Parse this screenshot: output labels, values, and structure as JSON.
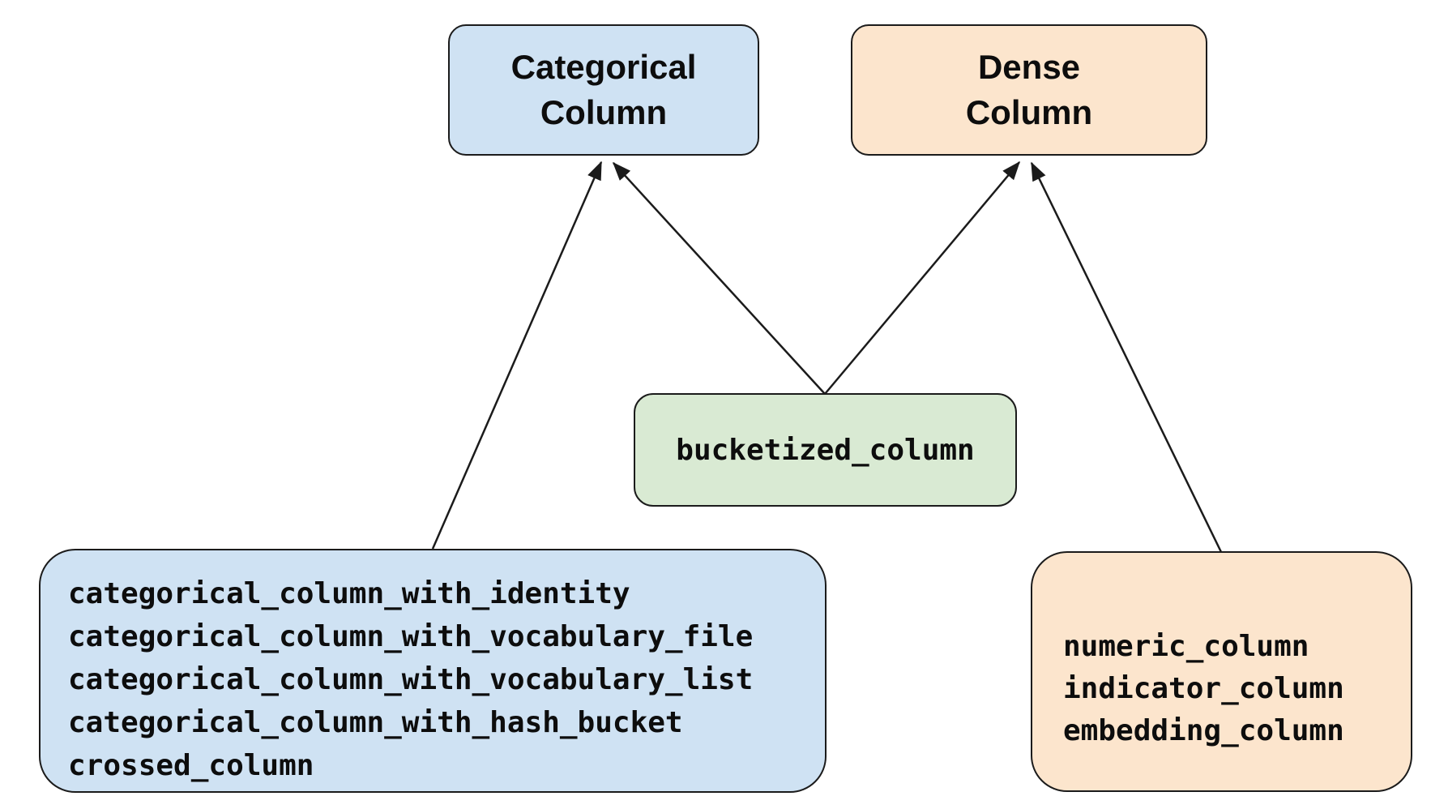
{
  "diagram": {
    "background_color": "#ffffff",
    "line_color": "#1b1b1b",
    "nodes": {
      "categorical_parent": {
        "label": "Categorical Column",
        "label_line1": "Categorical",
        "label_line2": "Column",
        "fill": "#cfe2f3"
      },
      "dense_parent": {
        "label": "Dense Column",
        "label_line1": "Dense",
        "label_line2": "Column",
        "fill": "#fce5cd"
      },
      "bucketized": {
        "label": "bucketized_column",
        "fill": "#d9ead3"
      },
      "categorical_group": {
        "items": [
          "categorical_column_with_identity",
          "categorical_column_with_vocabulary_file",
          "categorical_column_with_vocabulary_list",
          "categorical_column_with_hash_bucket",
          "crossed_column"
        ],
        "fill": "#cfe2f3"
      },
      "dense_group": {
        "items": [
          "numeric_column",
          "indicator_column",
          "embedding_column"
        ],
        "fill": "#fce5cd"
      }
    },
    "edges": [
      {
        "from": "categorical_group",
        "to": "categorical_parent"
      },
      {
        "from": "bucketized",
        "to": "categorical_parent"
      },
      {
        "from": "bucketized",
        "to": "dense_parent"
      },
      {
        "from": "dense_group",
        "to": "dense_parent"
      }
    ]
  }
}
